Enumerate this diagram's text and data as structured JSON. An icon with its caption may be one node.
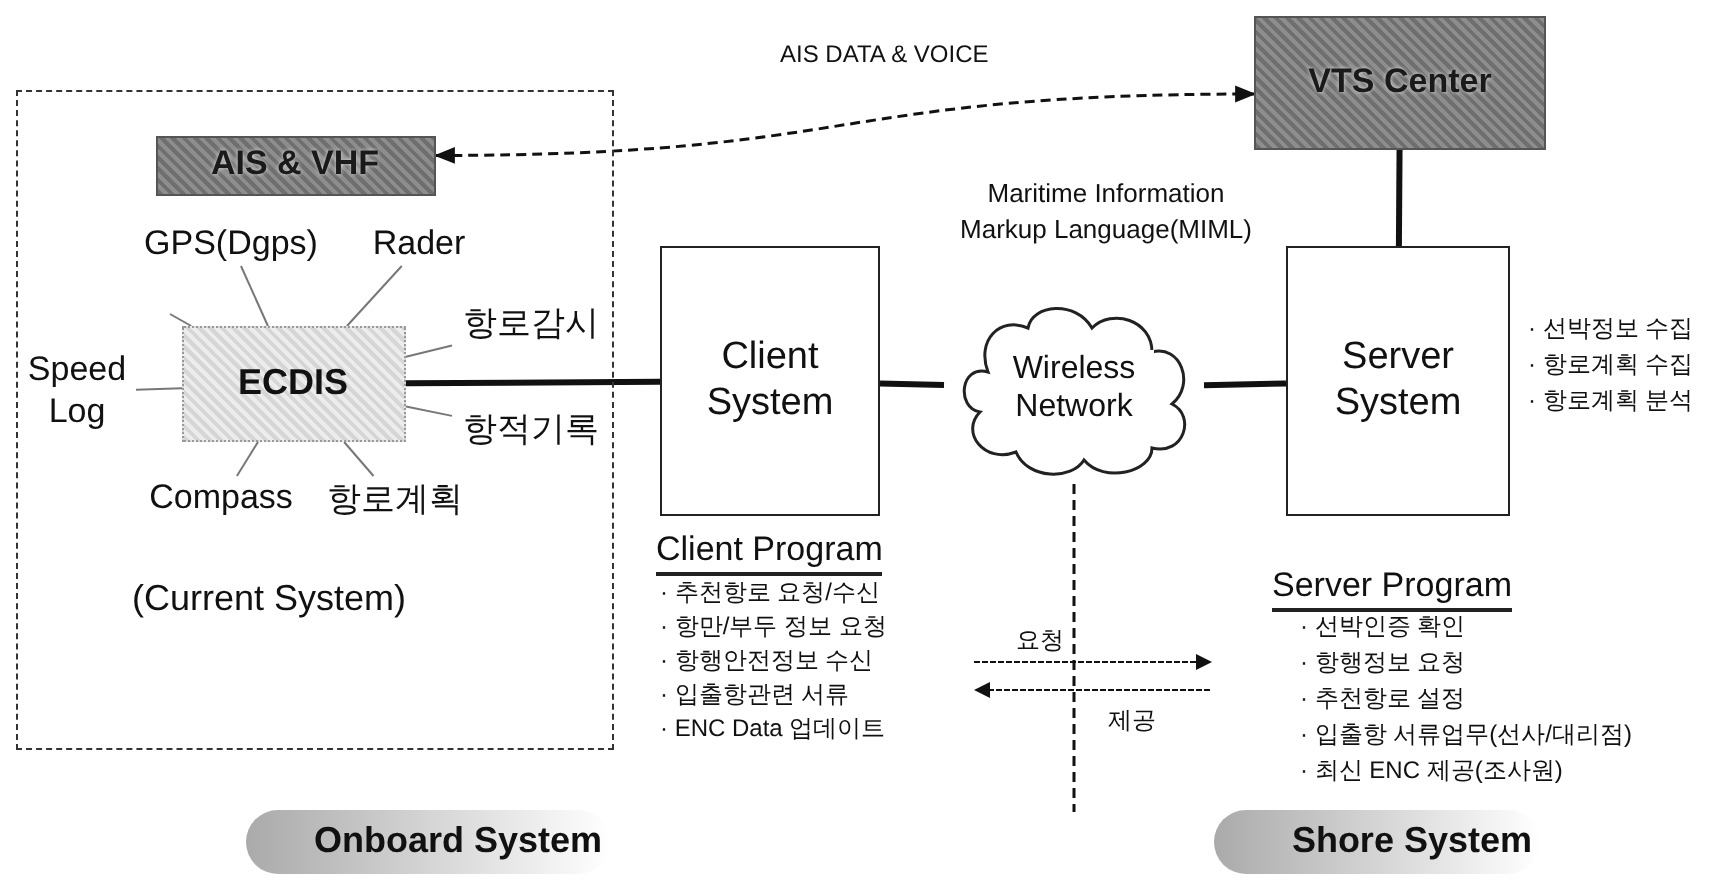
{
  "diagram": {
    "nodes": [
      {
        "text": [
          "(Current System)"
        ]
      },
      {
        "text": [
          "AIS & VHF"
        ],
        "in": 0
      },
      {
        "text": [
          "ECDIS"
        ],
        "in": 0
      },
      {
        "text": [
          "GPS(Dgps)"
        ],
        "in": 0
      },
      {
        "text": [
          "Rader"
        ],
        "in": 0
      },
      {
        "text": [
          "항로감시"
        ],
        "in": 0
      },
      {
        "text": [
          "항적기록"
        ],
        "in": 0
      },
      {
        "text": [
          "항로계획"
        ],
        "in": 0
      },
      {
        "text": [
          "Compass"
        ],
        "in": 0
      },
      {
        "text": [
          "Speed Log"
        ],
        "in": 0
      },
      {
        "text": [
          "Client System"
        ],
        "beside": [
          "Client Program",
          "· 추천항로 요청/수신",
          "· 항만/부두 정보 요청",
          "· 항행안전정보 수신",
          "· 입출항관련 서류",
          "· ENC Data 업데이트"
        ]
      },
      {
        "text": [
          "Wireless Network"
        ]
      },
      {
        "text": [
          "Server System"
        ],
        "beside": [
          "· 선박정보 수집",
          "· 항로계획 수집",
          "· 항로계획 분석",
          "Server Program",
          "· 선박인증 확인",
          "· 항행정보 요청",
          "· 추천항로 설정",
          "· 입출항 서류업무(선사/대리점)",
          "· 최신 ENC 제공(조사원)"
        ]
      },
      {
        "text": [
          "VTS Center"
        ]
      },
      {
        "text": [
          "Onboard System"
        ]
      },
      {
        "text": [
          "Shore System"
        ]
      }
    ],
    "edges": [
      {
        "from": 1,
        "to": 13,
        "arrow": "both",
        "style": "dashed",
        "color": "#111111",
        "label": "AIS DATA & VOICE"
      },
      {
        "from": 2,
        "to": 3,
        "arrow": "none"
      },
      {
        "from": 2,
        "to": 4,
        "arrow": "none"
      },
      {
        "from": 2,
        "to": 5,
        "arrow": "none"
      },
      {
        "from": 2,
        "to": 6,
        "arrow": "none"
      },
      {
        "from": 2,
        "to": 7,
        "arrow": "none"
      },
      {
        "from": 2,
        "to": 8,
        "arrow": "none"
      },
      {
        "from": 2,
        "to": 9,
        "arrow": "none"
      },
      {
        "from": 2,
        "to": null,
        "arrow": "none"
      },
      {
        "from": 2,
        "to": 10,
        "arrow": "none",
        "style": "thick",
        "color": "#111111"
      },
      {
        "from": 10,
        "to": 11,
        "arrow": "none",
        "style": "thick",
        "color": "#111111"
      },
      {
        "from": 11,
        "to": 12,
        "arrow": "none",
        "style": "thick",
        "color": "#111111"
      },
      {
        "from": 12,
        "to": 13,
        "arrow": "none",
        "style": "thick",
        "color": "#111111"
      },
      {
        "from": 11,
        "to": null,
        "arrow": "none",
        "style": "dashed",
        "color": "#111111"
      }
    ],
    "labels": [
      "Maritime Information Markup Language(MIML)",
      "요청",
      "제공"
    ]
  }
}
